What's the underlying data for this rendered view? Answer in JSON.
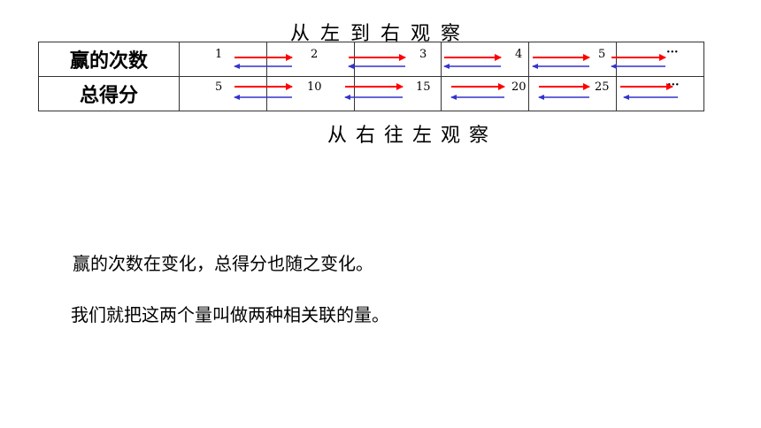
{
  "captions": {
    "top": "从左到右观察",
    "bottom": "从右往左观察"
  },
  "table": {
    "row1_label": "赢的次数",
    "row2_label": "总得分",
    "row1_values": [
      "1",
      "2",
      "3",
      "4",
      "5",
      "···"
    ],
    "row2_values": [
      "5",
      "10",
      "15",
      "20",
      "25",
      "···"
    ]
  },
  "text": {
    "line1": "赢的次数在变化，总得分也随之变化。",
    "line2": "我们就把这两个量叫做两种相关联的量。"
  },
  "colors": {
    "forward_arrow": "#ff0000",
    "backward_arrow": "#3333cc"
  }
}
